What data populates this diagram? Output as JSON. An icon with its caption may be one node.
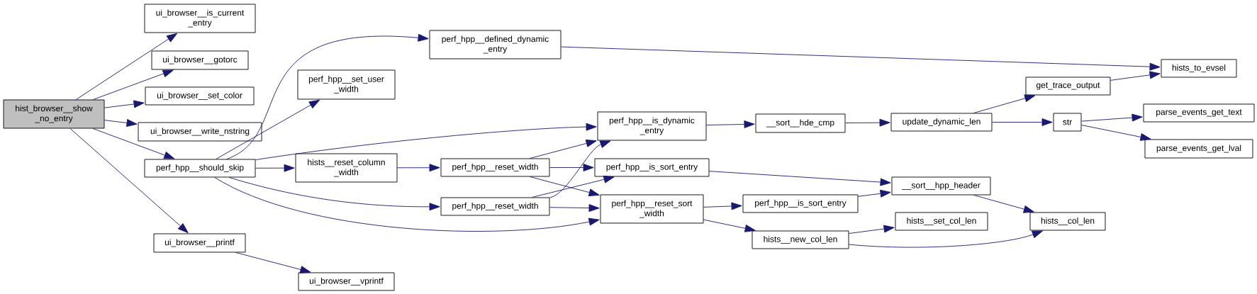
{
  "diagram": {
    "nodes": [
      {
        "text": [
          "hist_browser__show _no_entry"
        ]
      },
      {
        "text": [
          "ui_browser__is_current _entry"
        ]
      },
      {
        "text": [
          "ui_browser__gotorc"
        ]
      },
      {
        "text": [
          "ui_browser__set_color"
        ]
      },
      {
        "text": [
          "ui_browser__write_nstring"
        ]
      },
      {
        "text": [
          "perf_hpp__should_skip"
        ]
      },
      {
        "text": [
          "ui_browser__printf"
        ]
      },
      {
        "text": [
          "ui_browser__vprintf"
        ]
      },
      {
        "text": [
          "perf_hpp__set_user _width"
        ]
      },
      {
        "text": [
          "hists__reset_column _width"
        ]
      },
      {
        "text": [
          "perf_hpp__defined_dynamic _entry"
        ]
      },
      {
        "text": [
          "perf_hpp__reset_width"
        ]
      },
      {
        "text": [
          "perf_hpp__reset_width"
        ]
      },
      {
        "text": [
          "perf_hpp__is_dynamic _entry"
        ]
      },
      {
        "text": [
          "perf_hpp__is_sort_entry"
        ]
      },
      {
        "text": [
          "perf_hpp__reset_sort _width"
        ]
      },
      {
        "text": [
          "__sort__hde_cmp"
        ]
      },
      {
        "text": [
          "perf_hpp__is_sort_entry"
        ]
      },
      {
        "text": [
          "hists__new_col_len"
        ]
      },
      {
        "text": [
          "update_dynamic_len"
        ]
      },
      {
        "text": [
          "get_trace_output"
        ]
      },
      {
        "text": [
          "hists_to_evsel"
        ]
      },
      {
        "text": [
          "str"
        ]
      },
      {
        "text": [
          "parse_events_get_text"
        ]
      },
      {
        "text": [
          "parse_events_get_lval"
        ]
      },
      {
        "text": [
          "__sort__hpp_header"
        ]
      },
      {
        "text": [
          "hists__set_col_len"
        ]
      },
      {
        "text": [
          "hists__col_len"
        ]
      }
    ],
    "edges": [
      {
        "from": 0,
        "to": 1,
        "arrow": "to"
      },
      {
        "from": 0,
        "to": 2,
        "arrow": "to"
      },
      {
        "from": 0,
        "to": 3,
        "arrow": "to"
      },
      {
        "from": 0,
        "to": 4,
        "arrow": "to"
      },
      {
        "from": 0,
        "to": 5,
        "arrow": "to"
      },
      {
        "from": 0,
        "to": 6,
        "arrow": "to"
      },
      {
        "from": 6,
        "to": 7,
        "arrow": "to"
      },
      {
        "from": 5,
        "to": 10,
        "arrow": "to"
      },
      {
        "from": 5,
        "to": 8,
        "arrow": "to"
      },
      {
        "from": 5,
        "to": 13,
        "arrow": "to"
      },
      {
        "from": 5,
        "to": 9,
        "arrow": "to"
      },
      {
        "from": 5,
        "to": 12,
        "arrow": "to"
      },
      {
        "from": 5,
        "to": 15,
        "arrow": "to"
      },
      {
        "from": 9,
        "to": 11,
        "arrow": "to"
      },
      {
        "from": 11,
        "to": 13,
        "arrow": "to"
      },
      {
        "from": 11,
        "to": 14,
        "arrow": "to"
      },
      {
        "from": 11,
        "to": 15,
        "arrow": "to"
      },
      {
        "from": 12,
        "to": 13,
        "arrow": "to"
      },
      {
        "from": 12,
        "to": 14,
        "arrow": "to"
      },
      {
        "from": 12,
        "to": 15,
        "arrow": "to"
      },
      {
        "from": 10,
        "to": 21,
        "arrow": "to"
      },
      {
        "from": 13,
        "to": 16,
        "arrow": "to"
      },
      {
        "from": 16,
        "to": 19,
        "arrow": "to"
      },
      {
        "from": 19,
        "to": 20,
        "arrow": "to"
      },
      {
        "from": 19,
        "to": 22,
        "arrow": "to"
      },
      {
        "from": 20,
        "to": 21,
        "arrow": "to"
      },
      {
        "from": 22,
        "to": 23,
        "arrow": "to"
      },
      {
        "from": 22,
        "to": 24,
        "arrow": "to"
      },
      {
        "from": 14,
        "to": 25,
        "arrow": "to"
      },
      {
        "from": 15,
        "to": 17,
        "arrow": "to"
      },
      {
        "from": 15,
        "to": 18,
        "arrow": "to"
      },
      {
        "from": 17,
        "to": 25,
        "arrow": "to"
      },
      {
        "from": 25,
        "to": 27,
        "arrow": "to"
      },
      {
        "from": 18,
        "to": 26,
        "arrow": "to"
      },
      {
        "from": 18,
        "to": 27,
        "arrow": "to"
      }
    ]
  }
}
